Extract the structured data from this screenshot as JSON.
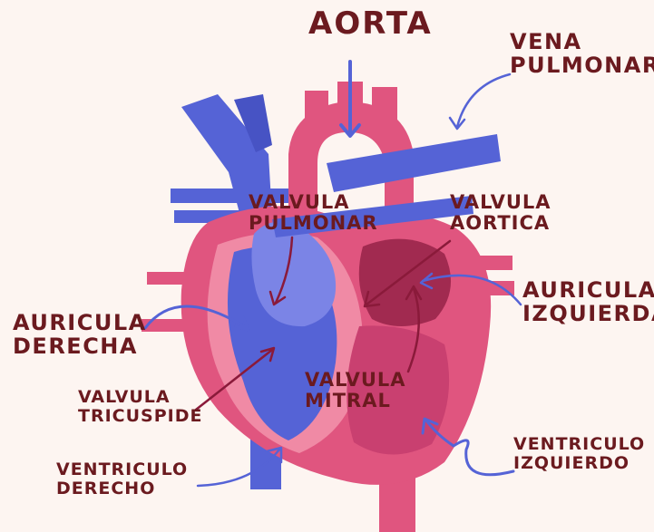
{
  "labels": {
    "aorta": "AORTA",
    "vena_pulmonar": [
      "VENA",
      "PULMONAR"
    ],
    "valvula_pulmonar": [
      "VALVULA",
      "PULMONAR"
    ],
    "valvula_aortica": [
      "VALVULA",
      "AORTICA"
    ],
    "auricula_izquierda": [
      "AURICULA",
      "IZQUIERDA"
    ],
    "auricula_derecha": [
      "AURICULA",
      "DERECHA"
    ],
    "valvula_tricuspide": [
      "VALVULA",
      "TRICUSPIDE"
    ],
    "valvula_mitral": [
      "VALVULA",
      "MITRAL"
    ],
    "ventriculo_izquierdo": [
      "VENTRICULO",
      "IZQUIERDO"
    ],
    "ventriculo_derecho": [
      "VENTRICULO",
      "DERECHO"
    ]
  },
  "colors": {
    "background": "#fdf5f1",
    "label_text": "#6b1a1f",
    "vessel_blue": "#5563d6",
    "heart_pink": "#e0557f",
    "heart_light_pink": "#f08aa5",
    "inner_dark": "#a12a50",
    "arrow_blue": "#5563d6",
    "arrow_dark": "#8a1a3a"
  }
}
